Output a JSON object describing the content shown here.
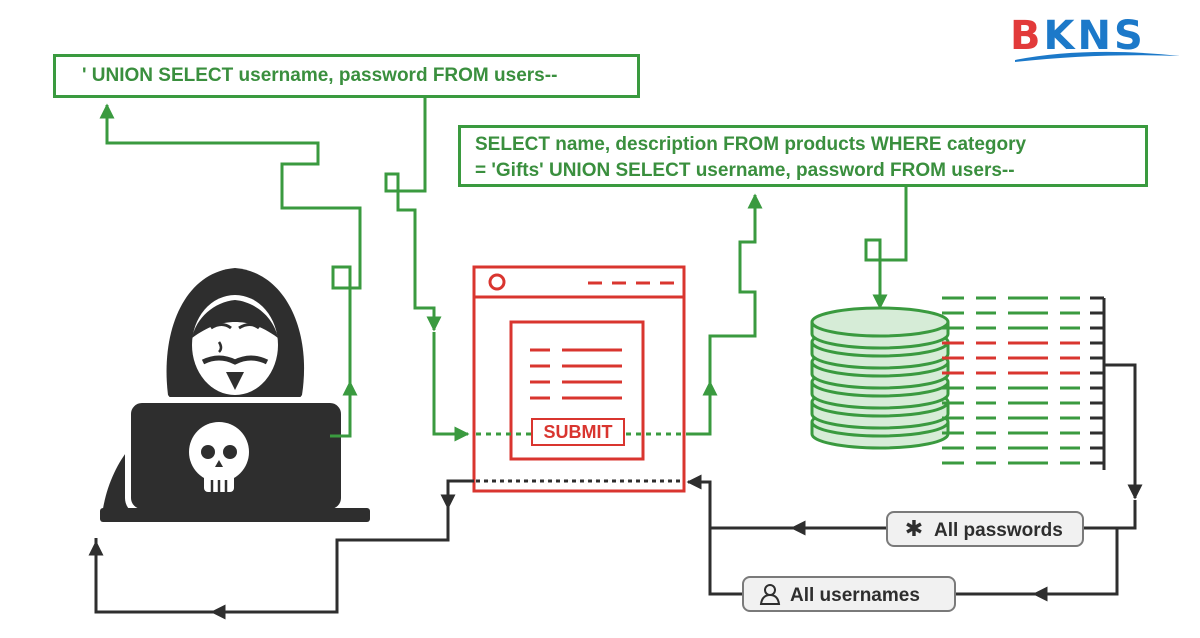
{
  "payload": "' UNION SELECT username, password FROM users--",
  "query": {
    "line1": "SELECT name, description FROM products WHERE category",
    "line2": "= 'Gifts' UNION SELECT username, password FROM users--"
  },
  "form": {
    "submit_label": "SUBMIT"
  },
  "results": {
    "passwords_label": "All passwords",
    "usernames_label": "All usernames",
    "passwords_icon": "asterisk-icon",
    "usernames_icon": "user-icon"
  },
  "brand": {
    "logo_text": "BKNS"
  },
  "colors": {
    "green": "#3a9a3f",
    "red": "#d9352f",
    "dark": "#2e2e2e",
    "db_fill": "#d6ecd7",
    "pill_fill": "#f1f1f1",
    "brand_red": "#e23a3a",
    "brand_blue": "#1c79c9"
  }
}
